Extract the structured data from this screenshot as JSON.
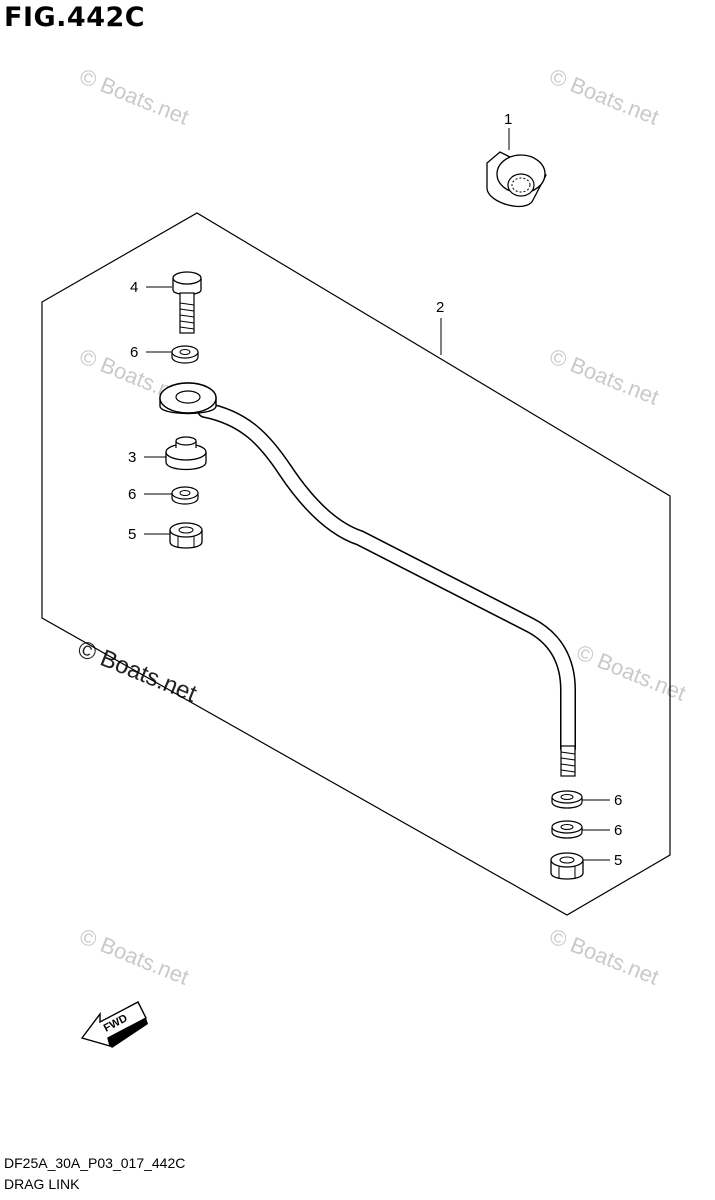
{
  "figure_title": "FIG.442C",
  "drawing_code": "DF25A_30A_P03_017_442C",
  "drawing_name": "DRAG LINK",
  "watermark_text": "© Boats.net",
  "fwd_label": "FWD",
  "callouts": {
    "nut_top": "1",
    "drag_link": "2",
    "bushing": "3",
    "bolt": "4",
    "nut_left": "5",
    "washer_top": "6",
    "washer_mid": "6",
    "washer_right_a": "6",
    "washer_right_b": "6",
    "nut_right": "5"
  },
  "colors": {
    "line": "#000000",
    "watermark": "#c9c9c9"
  }
}
